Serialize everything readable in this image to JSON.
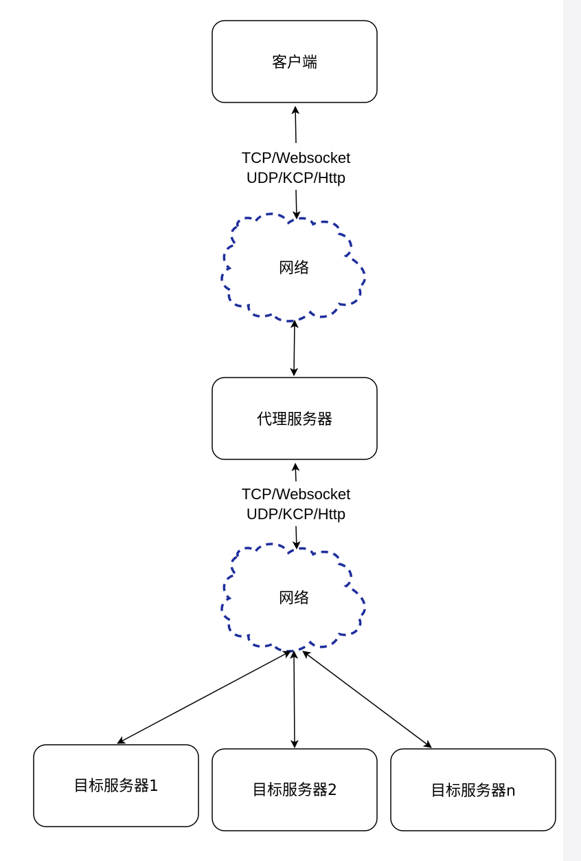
{
  "diagram": {
    "nodes": {
      "client": "客户端",
      "network_top": "网络",
      "proxy": "代理服务器",
      "network_bottom": "网络",
      "target_1": "目标服务器1",
      "target_2": "目标服务器2",
      "target_n": "目标服务器n"
    },
    "edge_labels": {
      "client_network_line1": "TCP/Websocket",
      "client_network_line2": "UDP/KCP/Http",
      "proxy_network_line1": "TCP/Websocket",
      "proxy_network_line2": "UDP/KCP/Http"
    },
    "colors": {
      "cloud_stroke": "#1f2f9c",
      "node_stroke": "#000000",
      "arrow": "#000000",
      "side_strip": "#f4f4f6"
    }
  }
}
